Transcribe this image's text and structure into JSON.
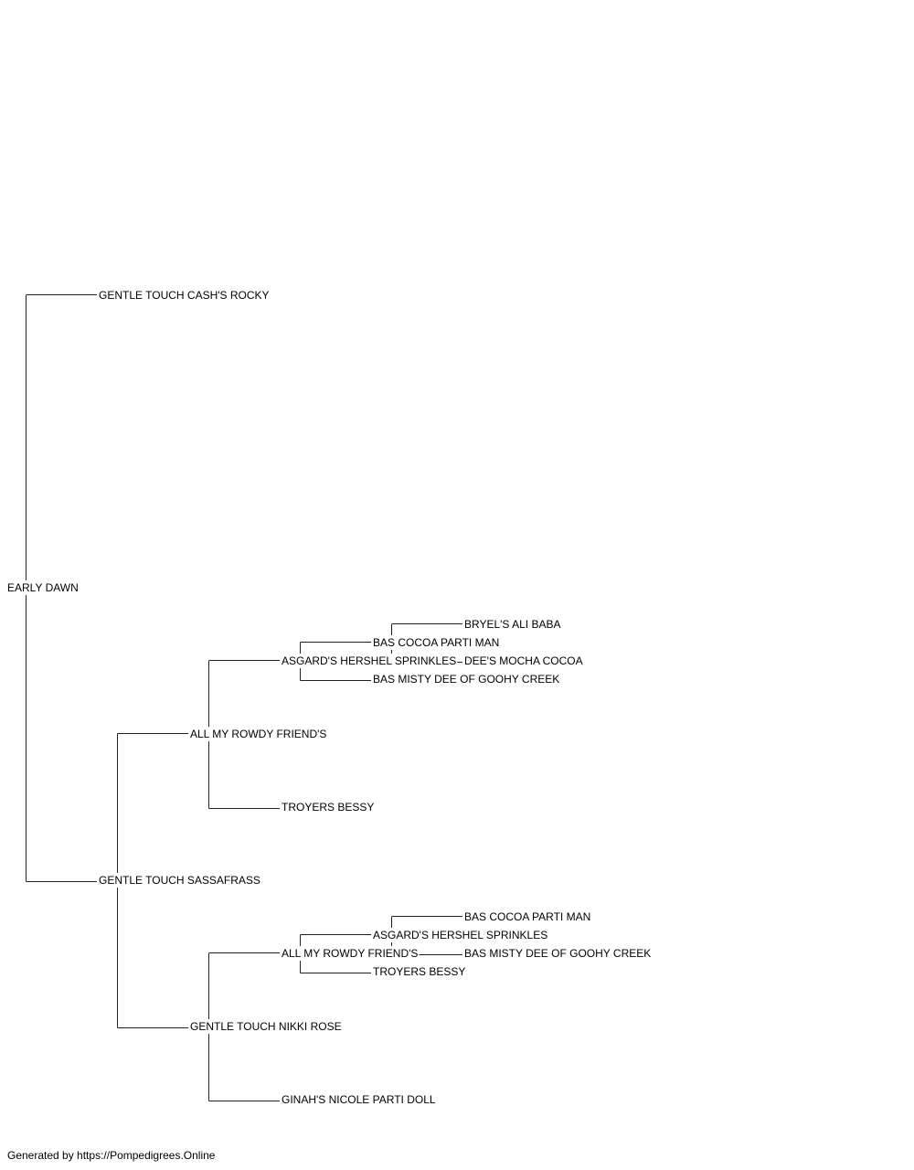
{
  "pedigree": {
    "name": "EARLY DAWN",
    "sire": {
      "name": "GENTLE TOUCH CASH'S ROCKY"
    },
    "dam": {
      "name": "GENTLE TOUCH SASSAFRASS",
      "sire": {
        "name": "ALL MY ROWDY FRIEND'S",
        "sire": {
          "name": "ASGARD'S HERSHEL SPRINKLES",
          "sire": {
            "name": "BAS COCOA PARTI MAN",
            "sire": {
              "name": "BRYEL'S ALI BABA"
            },
            "dam": {
              "name": "DEE'S MOCHA COCOA"
            }
          },
          "dam": {
            "name": "BAS MISTY DEE OF GOOHY CREEK"
          }
        },
        "dam": {
          "name": "TROYERS BESSY"
        }
      },
      "dam": {
        "name": "GENTLE TOUCH NIKKI ROSE",
        "sire": {
          "name": "ALL MY ROWDY FRIEND'S",
          "sire": {
            "name": "ASGARD'S HERSHEL SPRINKLES",
            "sire": {
              "name": "BAS COCOA PARTI MAN"
            },
            "dam": {
              "name": "BAS MISTY DEE OF GOOHY CREEK"
            }
          },
          "dam": {
            "name": "TROYERS BESSY"
          }
        },
        "dam": {
          "name": "GINAH'S NICOLE PARTI DOLL"
        }
      }
    }
  },
  "footer": "Generated by https://Pompedigrees.Online"
}
